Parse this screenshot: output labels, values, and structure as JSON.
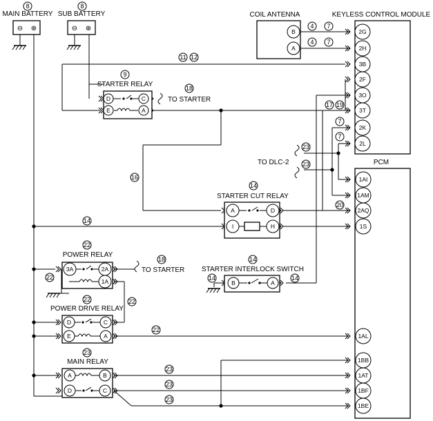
{
  "components": {
    "main_battery": {
      "label": "MAIN BATTERY",
      "ref": "8",
      "neg": "⊖",
      "pos": "⊕"
    },
    "sub_battery": {
      "label": "SUB BATTERY",
      "ref": "8",
      "neg": "⊖",
      "pos": "⊕"
    },
    "coil_antenna": {
      "label": "COIL ANTENNA",
      "pins": [
        "B",
        "A"
      ]
    },
    "keyless_module": {
      "label": "KEYLESS CONTROL MODULE",
      "pins": [
        "2G",
        "2H",
        "3B",
        "2F",
        "3O",
        "3T",
        "2K",
        "2L"
      ]
    },
    "pcm": {
      "label": "PCM",
      "pins": [
        "1AI",
        "1AM",
        "2AQ",
        "1S",
        "1AL",
        "1BB",
        "1AT",
        "1BF",
        "1BE"
      ]
    },
    "starter_relay": {
      "label": "STARTER RELAY",
      "ref": "9",
      "pins": [
        "D",
        "C",
        "E",
        "A"
      ]
    },
    "starter_cut_relay": {
      "label": "STARTER CUT RELAY",
      "ref": "14",
      "pins": [
        "A",
        "D",
        "I",
        "H"
      ]
    },
    "starter_interlock_switch": {
      "label": "STARTER INTERLOCK SWITCH",
      "ref": "14",
      "pins": [
        "B",
        "A"
      ]
    },
    "power_relay": {
      "label": "POWER RELAY",
      "ref": "22",
      "pins": [
        "3A",
        "2A",
        "1A"
      ]
    },
    "power_drive_relay": {
      "label": "POWER DRIVE RELAY",
      "ref": "22",
      "pins": [
        "D",
        "C",
        "E",
        "A"
      ]
    },
    "main_relay": {
      "label": "MAIN RELAY",
      "ref": "23",
      "pins": [
        "A",
        "B",
        "D",
        "C"
      ]
    }
  },
  "labels": {
    "to_starter_1": "TO STARTER",
    "to_starter_2": "TO STARTER",
    "to_dlc2": "TO DLC-2"
  },
  "refs": {
    "ant_b": "4",
    "ant_b2": "7",
    "ant_a": "4",
    "ant_a2": "7",
    "w3b_1": "11",
    "w3b_2": "12",
    "w2f": "18",
    "w3t_1": "17",
    "w3t_2": "19",
    "w2k": "7",
    "w2l": "7",
    "dlc_1": "23",
    "dlc_2": "23",
    "w16": "16",
    "w2aq": "20",
    "w14_main": "14",
    "w18_pr": "18",
    "w22_left": "22",
    "w22_pdr": "22",
    "w22_1al": "22",
    "w14_isw": "14",
    "w14_isw2": "14",
    "w23_at": "23",
    "w23_bf": "23",
    "w23_be": "23"
  }
}
